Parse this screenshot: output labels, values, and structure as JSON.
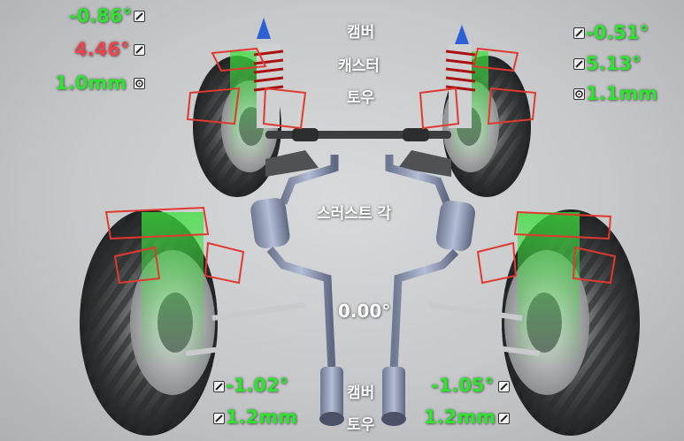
{
  "center_labels": {
    "camber_top": "캠버",
    "caster_top": "캐스터",
    "toe_top": "토우",
    "thrust_angle": "스러스트 각",
    "camber_bottom": "캠버",
    "toe_bottom": "토우"
  },
  "thrust_angle_value": "0.00°",
  "front_left": {
    "camber": "-0.86°",
    "caster": "4.46°",
    "toe": "1.0mm"
  },
  "front_right": {
    "camber": "-0.51°",
    "caster": "5.13°",
    "toe": "1.1mm"
  },
  "rear_left": {
    "camber": "-1.02°",
    "toe": "1.2mm"
  },
  "rear_right": {
    "camber": "-1.05°",
    "toe": "1.2mm"
  },
  "colors": {
    "in_spec": "#2ce52c",
    "out_of_spec": "#f0434a",
    "label": "#ffffff",
    "background": "#c6c8ca"
  },
  "icons": {
    "angle": "angle-slash-icon",
    "toe": "toe-target-icon"
  }
}
